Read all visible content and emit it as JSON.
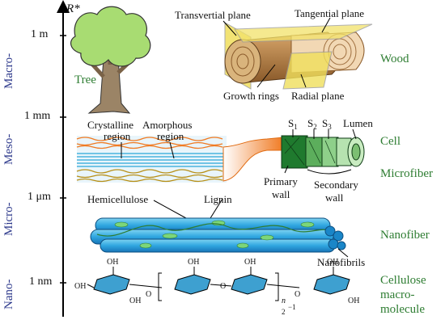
{
  "axis": {
    "label": "R*",
    "ticks": [
      "1 m",
      "1 mm",
      "1 μm",
      "1 nm"
    ]
  },
  "scales": [
    "Macro-",
    "Meso-",
    "Micro-",
    "Nano-"
  ],
  "levels": {
    "wood": "Wood",
    "cell": "Cell",
    "microfiber": "Microfiber",
    "nanofiber": "Nanofiber",
    "cellulose": [
      "Cellulose",
      "macro-",
      "molecule"
    ]
  },
  "tree_label": "Tree",
  "wood_labels": {
    "transvertial": "Transvertial plane",
    "tangential": "Tangential plane",
    "growth": "Growth rings",
    "radial": "Radial plane"
  },
  "cell_labels": {
    "s": "S",
    "s1": "1",
    "s2": "2",
    "s3": "3",
    "lumen": "Lumen",
    "primary": [
      "Primary",
      "wall"
    ],
    "secondary": [
      "Secondary",
      "wall"
    ]
  },
  "micro_labels": {
    "crystalline": [
      "Crystalline",
      "region"
    ],
    "amorphous": [
      "Amorphous",
      "region"
    ],
    "hemicellulose": "Hemicellulose",
    "lignin": "Lignin"
  },
  "nano_labels": {
    "nanofibrils": "Nanofibrils"
  },
  "molecule": {
    "oh": "OH",
    "o": "O",
    "n": "n",
    "sub": "2",
    "minus": "−1"
  }
}
